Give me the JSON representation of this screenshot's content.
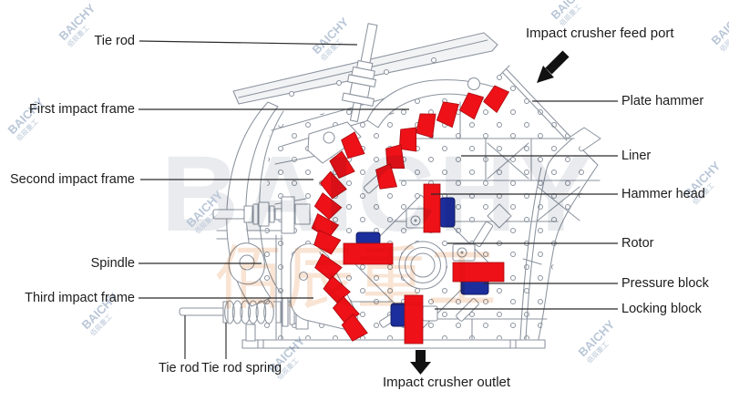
{
  "watermark": {
    "brand": "BAICHY",
    "company": "佰辰重工"
  },
  "colors": {
    "hammer_red": "#ee1118",
    "block_blue": "#1c2d9c",
    "line_gray": "#8b939e",
    "label_text": "#1c1c1c",
    "watermark_blue": "#bac7d8",
    "watermark_big_gray": "#e9ebee",
    "watermark_orange": "#f5d2b8",
    "arrow_black": "#111111"
  },
  "labels": {
    "left": [
      {
        "id": "tie-rod-top",
        "text": "Tie rod"
      },
      {
        "id": "first-impact-frame",
        "text": "First impact frame"
      },
      {
        "id": "second-impact-frame",
        "text": "Second impact frame"
      },
      {
        "id": "spindle",
        "text": "Spindle"
      },
      {
        "id": "third-impact-frame",
        "text": "Third impact frame"
      }
    ],
    "bottom": [
      {
        "id": "tie-rod-bottom",
        "text": "Tie rod"
      },
      {
        "id": "tie-rod-spring",
        "text": "Tie rod spring"
      }
    ],
    "right": [
      {
        "id": "plate-hammer",
        "text": "Plate hammer"
      },
      {
        "id": "liner",
        "text": "Liner"
      },
      {
        "id": "hammer-head",
        "text": "Hammer head"
      },
      {
        "id": "rotor",
        "text": "Rotor"
      },
      {
        "id": "pressure-block",
        "text": "Pressure block"
      },
      {
        "id": "locking-block",
        "text": "Locking block"
      }
    ],
    "captions": [
      {
        "id": "feed-port",
        "text": "Impact crusher feed port"
      },
      {
        "id": "outlet",
        "text": "Impact crusher outlet"
      }
    ]
  }
}
